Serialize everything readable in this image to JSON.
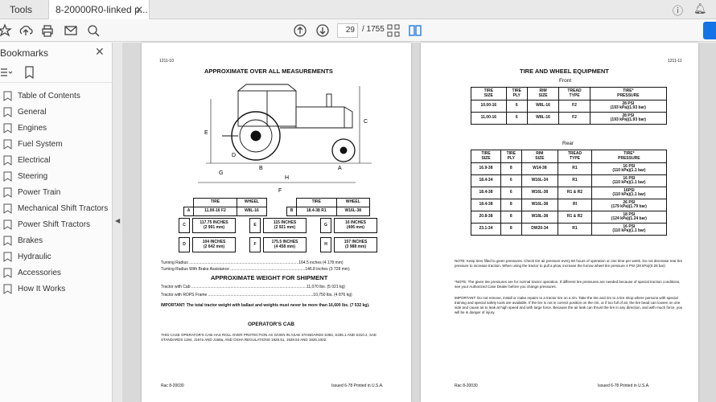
{
  "tabs": {
    "tools": "Tools",
    "doc": "8-20000R0-linked p..."
  },
  "toolbar": {
    "page_current": "29",
    "page_total": "/ 1755"
  },
  "sidebar": {
    "title": "Bookmarks",
    "items": [
      {
        "label": "Table of Contents"
      },
      {
        "label": "General"
      },
      {
        "label": "Engines"
      },
      {
        "label": "Fuel System"
      },
      {
        "label": "Electrical"
      },
      {
        "label": "Steering"
      },
      {
        "label": "Power Train"
      },
      {
        "label": "Mechanical Shift Tractors"
      },
      {
        "label": "Power Shift Tractors"
      },
      {
        "label": "Brakes"
      },
      {
        "label": "Hydraulic"
      },
      {
        "label": "Accessories"
      },
      {
        "label": "How It Works"
      }
    ]
  },
  "left_page": {
    "page_code": "1211-10",
    "title": "APPROXIMATE OVER ALL MEASUREMENTS",
    "dim_letters": {
      "a": "A",
      "b": "B",
      "c": "C",
      "d": "D",
      "e": "E",
      "f": "F",
      "g": "G",
      "h": "H"
    },
    "tire_table_left": {
      "h_tire": "TIRE",
      "h_wheel": "WHEEL",
      "row": [
        "A",
        "11.00-16 F2",
        "W8L-16"
      ]
    },
    "tire_table_right": {
      "h_tire": "TIRE",
      "h_wheel": "WHEEL",
      "row": [
        "B",
        "18.4-38 R1",
        "W16L-38"
      ]
    },
    "dims": [
      {
        "letter": "C",
        "value": "117.75 INCHES\n(2 991 mm)"
      },
      {
        "letter": "E",
        "value": "115 INCHES\n(2 921 mm)"
      },
      {
        "letter": "G",
        "value": "16 INCHES\n(406 mm)"
      },
      {
        "letter": "D",
        "value": "104 INCHES\n(2 642 mm)"
      },
      {
        "letter": "F",
        "value": "175.5 INCHES\n(4 458 mm)"
      },
      {
        "letter": "H",
        "value": "157 INCHES\n(3 988 mm)"
      }
    ],
    "turning_radius": "Turning Radius ..................................................................................................164.5 inches (4 178 mm)",
    "turning_radius_brake": "Turning Radius With Brake Assistance ...................................................................146.8 inches (3 728 mm)",
    "weight_title": "APPROXIMATE WEIGHT FOR SHIPMENT",
    "weight_cab": "Tractor with Cab .......................................................................................................11,070 lbs. (5 021 kg)",
    "weight_rops": "Tractor with ROPS Frame ..............................................................................................10,750 lbs. (4 876 kg)",
    "important": "IMPORTANT: The total tractor weight with ballast and weights must never be more than 16,600 lbs. (7 532 kg).",
    "cab_title": "OPERATOR'S CAB",
    "cab_text": "THIS CASE OPERATOR'S CAB HAS ROLL OVER PROTECTION AS GIVEN IN ASAE STANDARDS S383, S336.1 AND S310.2, SAE STANDARDS 1194, J167a AND J168a, AND OSHA REGULATIONS 1928.51, 1928.53 AND 1926.1002.",
    "footer_left": "Rac 8-20030",
    "footer_right": "Issued 6-78      Printed in U.S.A."
  },
  "right_page": {
    "page_code": "1211-11",
    "title": "TIRE AND WHEEL EQUIPMENT",
    "front_label": "Front",
    "rear_label": "Rear",
    "headers": [
      "TIRE\nSIZE",
      "TIRE\nPLY",
      "RIM\nSIZE",
      "TREAD\nTYPE",
      "TIRE*\nPRESSURE"
    ],
    "front_rows": [
      [
        "10.00-16",
        "6",
        "W8L-16",
        "F2",
        "28 PSI\n(193 kPa)(1.93 bar)"
      ],
      [
        "11.00-16",
        "6",
        "W8L-16",
        "F2",
        "28 PSI\n(193 kPa)(1.93 bar)"
      ]
    ],
    "rear_rows": [
      [
        "16.9-38",
        "8",
        "W14-38",
        "R1",
        "16 PSI\n(110 kPa)(1.1 bar)"
      ],
      [
        "18.4-34",
        "6",
        "W16L-34",
        "R1",
        "16 PSI\n(110 kPa)(1.1 bar)"
      ],
      [
        "18.4-38",
        "6",
        "W16L-38",
        "R1 & R2",
        "16PSI\n(110 kPa)(1.1 bar)"
      ],
      [
        "18.4-38",
        "8",
        "W16L-38",
        "RI",
        "26 PSI\n(179 kPa)(1.79 bar)"
      ],
      [
        "20.8-38",
        "8",
        "W18L-38",
        "R1 & R2",
        "18 PSI\n(124 kPa)(1.24 bar)"
      ],
      [
        "23.1-34",
        "8",
        "DW20-34",
        "R1",
        "16 PSI\n(110 kPa)(1.1 bar)"
      ]
    ],
    "note1": "NOTE: Keep tires filled to given pressures. Check tire air pressure every 50 hours of operation or one time per week. Do not decrease rear tire pressure to increase traction. When using the tractor to pull a plow, increase the furrow wheel tire pressure 4 PSI (28 kPa)(0.28 bar)",
    "note2": "*NOTE: The given tire pressures are for normal tractor operation. If different tire pressures are needed because of special traction conditions, see your Authorized Case Dealer before you change pressures.",
    "important": "IMPORTANT: Do not remove, install or make repairs to a tractor tire on a rim. Take the tire and rim to a tire shop where persons with special training and special safety tools are available. If the tire is not in correct position on the rim, or if too full of air, the tire bead can loosen on one side and cause air to leak at high speed and with large force. Because the air leak can thrust the tire in any direction, and with much force, you will be in danger of injury.",
    "footer_left": "Rac 8-20030",
    "footer_right": "Issued 6-78      Printed in U.S.A."
  }
}
